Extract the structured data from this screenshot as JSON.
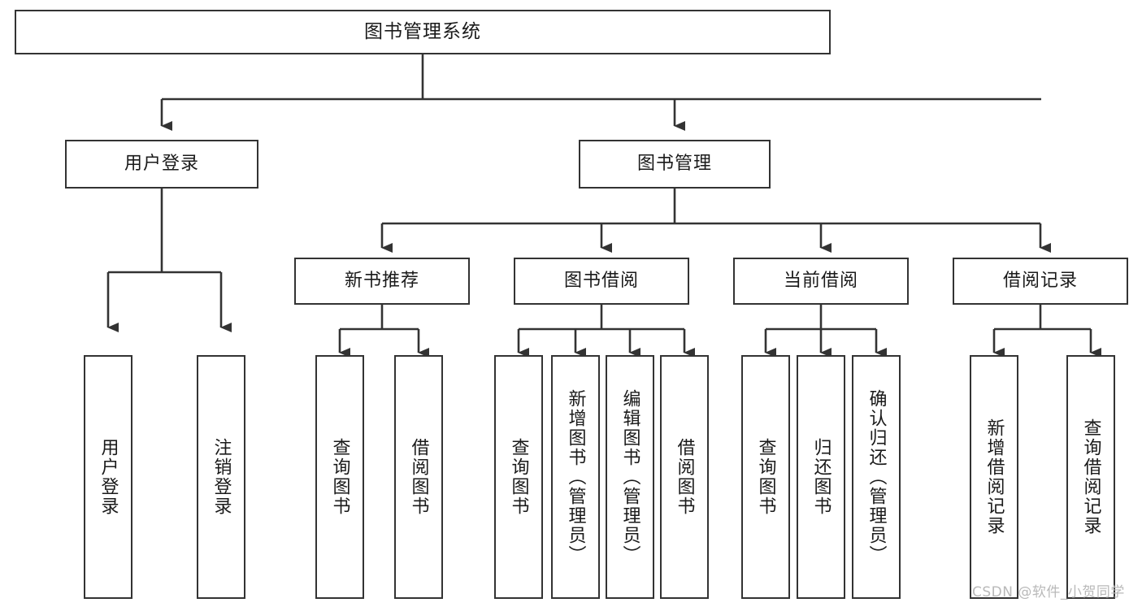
{
  "diagram": {
    "title": "图书管理系统",
    "type": "tree-hierarchy-diagram",
    "stroke_color": "#333333",
    "background_color": "#ffffff",
    "root": {
      "id": "root",
      "label": "图书管理系统"
    },
    "level2": [
      {
        "id": "user-login",
        "label": "用户登录"
      },
      {
        "id": "book-management",
        "label": "图书管理"
      }
    ],
    "level3": [
      {
        "id": "new-book-recommend",
        "label": "新书推荐",
        "parent": "book-management"
      },
      {
        "id": "book-borrow",
        "label": "图书借阅",
        "parent": "book-management"
      },
      {
        "id": "current-borrow",
        "label": "当前借阅",
        "parent": "book-management"
      },
      {
        "id": "borrow-record",
        "label": "借阅记录",
        "parent": "book-management"
      }
    ],
    "leaves": [
      {
        "id": "leaf-user-login",
        "label": "用户登录",
        "parent": "user-login"
      },
      {
        "id": "leaf-user-logout",
        "label": "注销登录",
        "parent": "user-login"
      },
      {
        "id": "leaf-query-book-1",
        "label": "查询图书",
        "parent": "new-book-recommend"
      },
      {
        "id": "leaf-borrow-book-1",
        "label": "借阅图书",
        "parent": "new-book-recommend"
      },
      {
        "id": "leaf-query-book-2",
        "label": "查询图书",
        "parent": "book-borrow"
      },
      {
        "id": "leaf-add-book",
        "label": "新增图书（管理员）",
        "parent": "book-borrow"
      },
      {
        "id": "leaf-edit-book",
        "label": "编辑图书（管理员）",
        "parent": "book-borrow"
      },
      {
        "id": "leaf-borrow-book-2",
        "label": "借阅图书",
        "parent": "book-borrow"
      },
      {
        "id": "leaf-query-book-3",
        "label": "查询图书",
        "parent": "current-borrow"
      },
      {
        "id": "leaf-return-book",
        "label": "归还图书",
        "parent": "current-borrow"
      },
      {
        "id": "leaf-confirm-return",
        "label": "确认归还（管理员）",
        "parent": "current-borrow"
      },
      {
        "id": "leaf-add-record",
        "label": "新增借阅记录",
        "parent": "borrow-record"
      },
      {
        "id": "leaf-query-record",
        "label": "查询借阅记录",
        "parent": "borrow-record"
      }
    ]
  },
  "watermark": {
    "text": "CSDN @软件_小贺同学"
  }
}
